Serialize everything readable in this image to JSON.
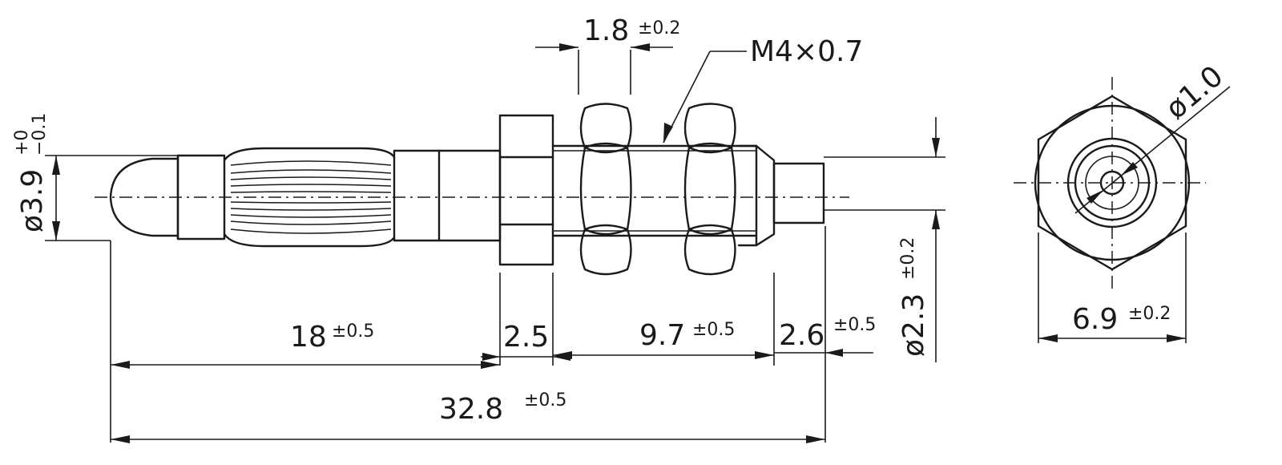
{
  "dimensions": {
    "overall_length": "32.8",
    "overall_tol": "±0.5",
    "plug_length": "18",
    "plug_tol": "±0.5",
    "collar_width": "2.5",
    "thread_length": "9.7",
    "thread_tol": "±0.5",
    "tip_length": "2.6",
    "tip_tol": "±0.5",
    "nut_height": "1.8",
    "nut_tol": "±0.2",
    "thread_spec": "M4×0.7",
    "plug_diameter": "ø3.9",
    "plug_diam_upper": "+0",
    "plug_diam_lower": "−0.1",
    "tip_diameter": "ø2.3",
    "tip_diam_tol": "±0.2",
    "hex_across_flats": "6.9",
    "hex_tol": "±0.2",
    "bore_diameter": "ø1.0"
  }
}
